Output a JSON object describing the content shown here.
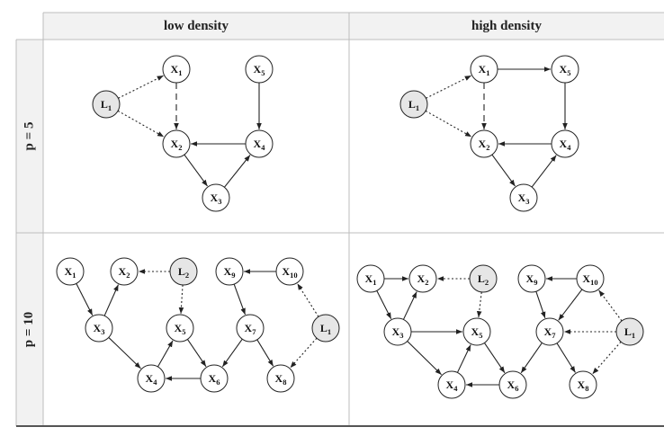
{
  "columns": [
    "low density",
    "high density"
  ],
  "rows": [
    "p = 5",
    "p = 10"
  ],
  "colors": {
    "latent_fill": "#e6e6e6",
    "node_fill": "#ffffff",
    "stroke": "#222222",
    "header_fill": "#f2f2f2"
  },
  "panels": [
    {
      "id": "p5-low",
      "nodes": [
        {
          "id": "X1",
          "base": "X",
          "sub": "1"
        },
        {
          "id": "X5",
          "base": "X",
          "sub": "5"
        },
        {
          "id": "L1",
          "base": "L",
          "sub": "1",
          "latent": true
        },
        {
          "id": "X2",
          "base": "X",
          "sub": "2"
        },
        {
          "id": "X4",
          "base": "X",
          "sub": "4"
        },
        {
          "id": "X3",
          "base": "X",
          "sub": "3"
        }
      ],
      "edges": [
        {
          "from": "L1",
          "to": "X1",
          "style": "dotted"
        },
        {
          "from": "L1",
          "to": "X2",
          "style": "dotted"
        },
        {
          "from": "X1",
          "to": "X2",
          "style": "dashed"
        },
        {
          "from": "X5",
          "to": "X4",
          "style": "solid"
        },
        {
          "from": "X4",
          "to": "X2",
          "style": "solid"
        },
        {
          "from": "X2",
          "to": "X3",
          "style": "solid"
        },
        {
          "from": "X3",
          "to": "X4",
          "style": "solid"
        }
      ]
    },
    {
      "id": "p5-high",
      "nodes": [
        {
          "id": "X1",
          "base": "X",
          "sub": "1"
        },
        {
          "id": "X5",
          "base": "X",
          "sub": "5"
        },
        {
          "id": "L1",
          "base": "L",
          "sub": "1",
          "latent": true
        },
        {
          "id": "X2",
          "base": "X",
          "sub": "2"
        },
        {
          "id": "X4",
          "base": "X",
          "sub": "4"
        },
        {
          "id": "X3",
          "base": "X",
          "sub": "3"
        }
      ],
      "edges": [
        {
          "from": "L1",
          "to": "X1",
          "style": "dotted"
        },
        {
          "from": "L1",
          "to": "X2",
          "style": "dotted"
        },
        {
          "from": "X1",
          "to": "X2",
          "style": "dashed"
        },
        {
          "from": "X1",
          "to": "X5",
          "style": "solid"
        },
        {
          "from": "X5",
          "to": "X4",
          "style": "solid"
        },
        {
          "from": "X4",
          "to": "X2",
          "style": "solid"
        },
        {
          "from": "X2",
          "to": "X3",
          "style": "solid"
        },
        {
          "from": "X3",
          "to": "X4",
          "style": "solid"
        }
      ]
    },
    {
      "id": "p10-low",
      "nodes": [
        {
          "id": "X1",
          "base": "X",
          "sub": "1"
        },
        {
          "id": "X2",
          "base": "X",
          "sub": "2"
        },
        {
          "id": "L2",
          "base": "L",
          "sub": "2",
          "latent": true
        },
        {
          "id": "X9",
          "base": "X",
          "sub": "9"
        },
        {
          "id": "X10",
          "base": "X",
          "sub": "10"
        },
        {
          "id": "X3",
          "base": "X",
          "sub": "3"
        },
        {
          "id": "X5",
          "base": "X",
          "sub": "5"
        },
        {
          "id": "X7",
          "base": "X",
          "sub": "7"
        },
        {
          "id": "L1",
          "base": "L",
          "sub": "1",
          "latent": true
        },
        {
          "id": "X4",
          "base": "X",
          "sub": "4"
        },
        {
          "id": "X6",
          "base": "X",
          "sub": "6"
        },
        {
          "id": "X8",
          "base": "X",
          "sub": "8"
        }
      ],
      "edges": [
        {
          "from": "X1",
          "to": "X3",
          "style": "solid"
        },
        {
          "from": "X3",
          "to": "X2",
          "style": "solid"
        },
        {
          "from": "L2",
          "to": "X2",
          "style": "dotted"
        },
        {
          "from": "L2",
          "to": "X5",
          "style": "dotted"
        },
        {
          "from": "X3",
          "to": "X4",
          "style": "solid"
        },
        {
          "from": "X4",
          "to": "X5",
          "style": "solid"
        },
        {
          "from": "X5",
          "to": "X6",
          "style": "solid"
        },
        {
          "from": "X6",
          "to": "X4",
          "style": "solid"
        },
        {
          "from": "X10",
          "to": "X9",
          "style": "solid"
        },
        {
          "from": "X9",
          "to": "X7",
          "style": "solid"
        },
        {
          "from": "X7",
          "to": "X6",
          "style": "solid"
        },
        {
          "from": "X7",
          "to": "X8",
          "style": "solid"
        },
        {
          "from": "L1",
          "to": "X10",
          "style": "dotted"
        },
        {
          "from": "L1",
          "to": "X8",
          "style": "dotted"
        }
      ]
    },
    {
      "id": "p10-high",
      "nodes": [
        {
          "id": "X1",
          "base": "X",
          "sub": "1"
        },
        {
          "id": "X2",
          "base": "X",
          "sub": "2"
        },
        {
          "id": "L2",
          "base": "L",
          "sub": "2",
          "latent": true
        },
        {
          "id": "X9",
          "base": "X",
          "sub": "9"
        },
        {
          "id": "X10",
          "base": "X",
          "sub": "10"
        },
        {
          "id": "X3",
          "base": "X",
          "sub": "3"
        },
        {
          "id": "X5",
          "base": "X",
          "sub": "5"
        },
        {
          "id": "X7",
          "base": "X",
          "sub": "7"
        },
        {
          "id": "L1",
          "base": "L",
          "sub": "1",
          "latent": true
        },
        {
          "id": "X4",
          "base": "X",
          "sub": "4"
        },
        {
          "id": "X6",
          "base": "X",
          "sub": "6"
        },
        {
          "id": "X8",
          "base": "X",
          "sub": "8"
        }
      ],
      "edges": [
        {
          "from": "X1",
          "to": "X2",
          "style": "solid"
        },
        {
          "from": "X1",
          "to": "X3",
          "style": "solid"
        },
        {
          "from": "X3",
          "to": "X2",
          "style": "solid"
        },
        {
          "from": "L2",
          "to": "X2",
          "style": "dotted"
        },
        {
          "from": "L2",
          "to": "X5",
          "style": "dotted"
        },
        {
          "from": "X3",
          "to": "X5",
          "style": "solid"
        },
        {
          "from": "X3",
          "to": "X4",
          "style": "solid"
        },
        {
          "from": "X4",
          "to": "X5",
          "style": "solid"
        },
        {
          "from": "X5",
          "to": "X6",
          "style": "solid"
        },
        {
          "from": "X6",
          "to": "X4",
          "style": "solid"
        },
        {
          "from": "X10",
          "to": "X9",
          "style": "solid"
        },
        {
          "from": "X10",
          "to": "X7",
          "style": "solid"
        },
        {
          "from": "X9",
          "to": "X7",
          "style": "solid"
        },
        {
          "from": "X7",
          "to": "X6",
          "style": "solid"
        },
        {
          "from": "X7",
          "to": "X8",
          "style": "solid"
        },
        {
          "from": "L1",
          "to": "X10",
          "style": "dotted"
        },
        {
          "from": "L1",
          "to": "X7",
          "style": "dotted"
        },
        {
          "from": "L1",
          "to": "X8",
          "style": "dotted"
        }
      ]
    }
  ]
}
